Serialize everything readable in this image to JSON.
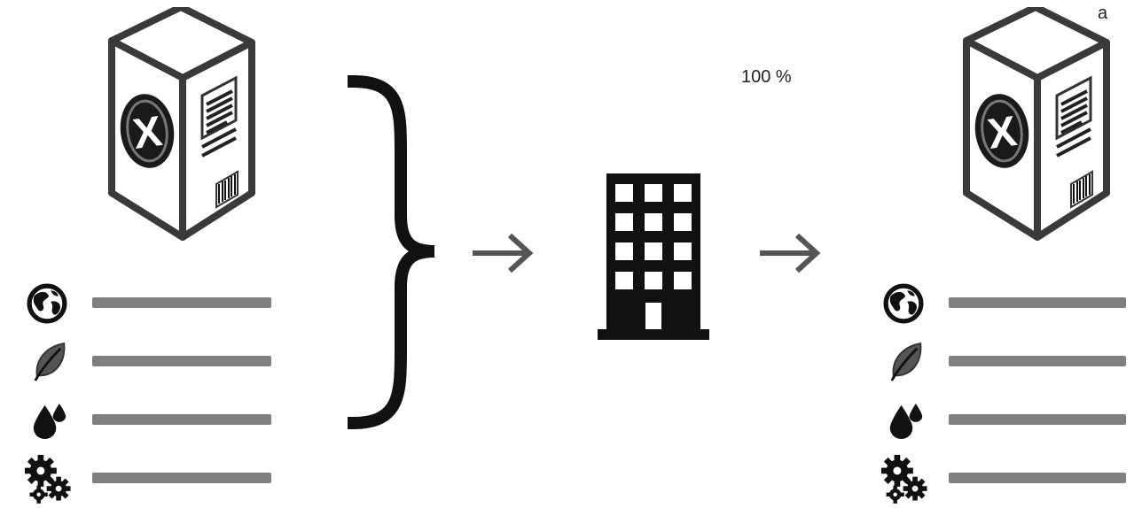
{
  "figure": {
    "panel_label": "a",
    "percentage_label": "100 %"
  },
  "input_group": {
    "product": {
      "icon": "product-box-icon",
      "badge_letter": "X"
    },
    "attributes": [
      {
        "icon": "globe-icon"
      },
      {
        "icon": "leaf-icon"
      },
      {
        "icon": "water-drops-icon"
      },
      {
        "icon": "gears-icon"
      }
    ]
  },
  "process": {
    "icon": "office-building-icon"
  },
  "output_group": {
    "product": {
      "icon": "product-box-icon",
      "badge_letter": "X"
    },
    "attributes": [
      {
        "icon": "globe-icon"
      },
      {
        "icon": "leaf-icon"
      },
      {
        "icon": "water-drops-icon"
      },
      {
        "icon": "gears-icon"
      }
    ]
  },
  "colors": {
    "ink": "#111111",
    "box_face": "#ffffff",
    "box_stroke": "#3a3a3a",
    "bar": "#7f7f7f"
  }
}
